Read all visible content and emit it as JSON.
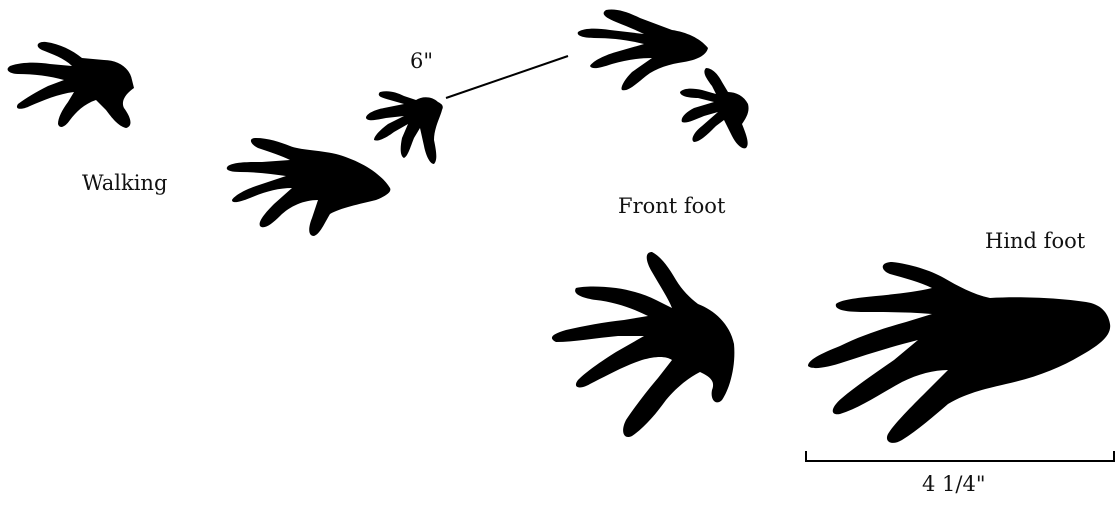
{
  "labels": {
    "walking": "Walking",
    "stride": "6\"",
    "front_foot": "Front foot",
    "hind_foot": "Hind foot",
    "hind_width": "4 1/4\""
  },
  "colors": {
    "ink": "#000000",
    "background": "#ffffff"
  }
}
